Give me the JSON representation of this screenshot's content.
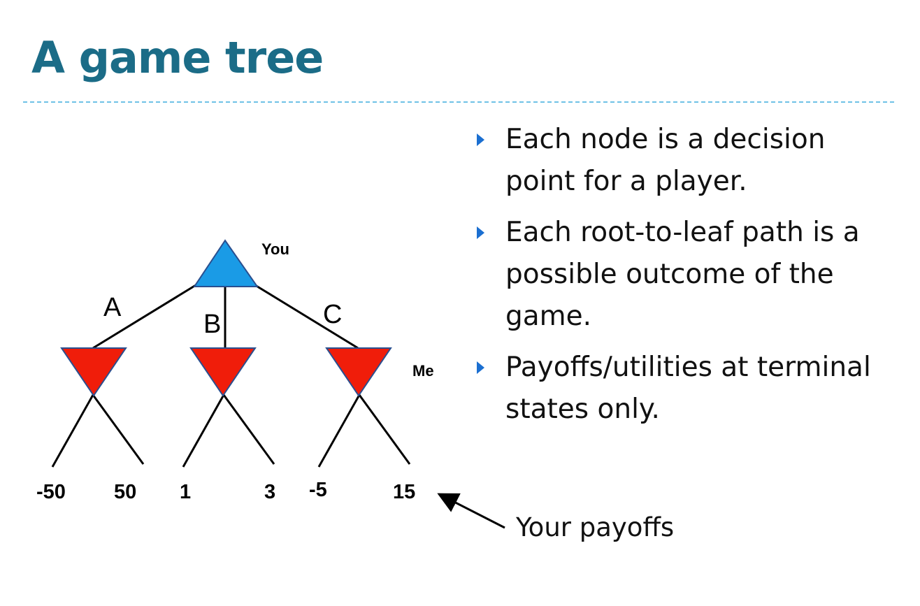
{
  "slide": {
    "title": "A game tree"
  },
  "tree": {
    "root_player": "You",
    "opponent_player": "Me",
    "branches": [
      {
        "label": "A",
        "payoffs": [
          "-50",
          "50"
        ]
      },
      {
        "label": "B",
        "payoffs": [
          "1",
          "3"
        ]
      },
      {
        "label": "C",
        "payoffs": [
          "-5",
          "15"
        ]
      }
    ],
    "colors": {
      "root_node": "#1a9be6",
      "min_node": "#f01d0a",
      "node_outline": "#2a4f8f",
      "edge": "#000000"
    }
  },
  "bullets": [
    "Each node is a decision point for a player.",
    "Each root-to-leaf path is a possible outcome of the game.",
    "Payoffs/utilities at terminal states only."
  ],
  "callout": {
    "label": "Your payoffs"
  }
}
